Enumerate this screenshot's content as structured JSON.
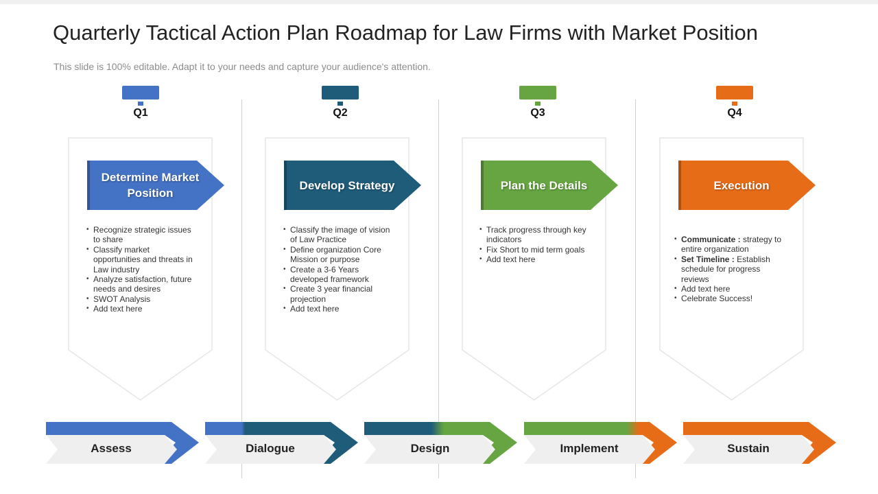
{
  "header": {
    "title": "Quarterly Tactical Action Plan Roadmap for Law Firms with Market Position",
    "subtitle": "This slide is 100% editable. Adapt it to your needs and capture your audience's attention."
  },
  "quarters": [
    {
      "label": "Q1",
      "color": "#4472C4",
      "title": "Determine Market Position",
      "bullets": [
        {
          "text": "Recognize strategic issues to share"
        },
        {
          "text": "Classify market opportunities and threats in Law industry"
        },
        {
          "text": "Analyze  satisfaction, future needs and desires"
        },
        {
          "text": "SWOT Analysis"
        },
        {
          "text": "Add text here"
        }
      ]
    },
    {
      "label": "Q2",
      "color": "#1F5C7A",
      "title": "Develop Strategy",
      "bullets": [
        {
          "text": "Classify the image of vision of Law Practice"
        },
        {
          "text": "Define organization Core Mission or purpose"
        },
        {
          "text": "Create a 3-6 Years developed framework"
        },
        {
          "text": "Create 3 year financial projection"
        },
        {
          "text": "Add text here"
        }
      ]
    },
    {
      "label": "Q3",
      "color": "#66A542",
      "title": "Plan the Details",
      "bullets": [
        {
          "text": "Track progress through key indicators"
        },
        {
          "text": "Fix Short to mid term goals"
        },
        {
          "text": "Add text here"
        }
      ]
    },
    {
      "label": "Q4",
      "color": "#E66C17",
      "title": "Execution",
      "bullets": [
        {
          "bold": "Communicate :",
          "text": " strategy to entire organization"
        },
        {
          "bold": "Set Timeline :",
          "text": " Establish schedule for progress reviews"
        },
        {
          "text": "Add  text here"
        },
        {
          "text": "Celebrate Success!"
        }
      ]
    }
  ],
  "stages": [
    {
      "label": "Assess",
      "color": "#4472C4"
    },
    {
      "label": "Dialogue",
      "color": "#1F5C7A"
    },
    {
      "label": "Design",
      "color": "#66A542"
    },
    {
      "label": "Implement",
      "color": "#E66C17"
    },
    {
      "label": "Sustain",
      "color": "#E66C17"
    }
  ]
}
